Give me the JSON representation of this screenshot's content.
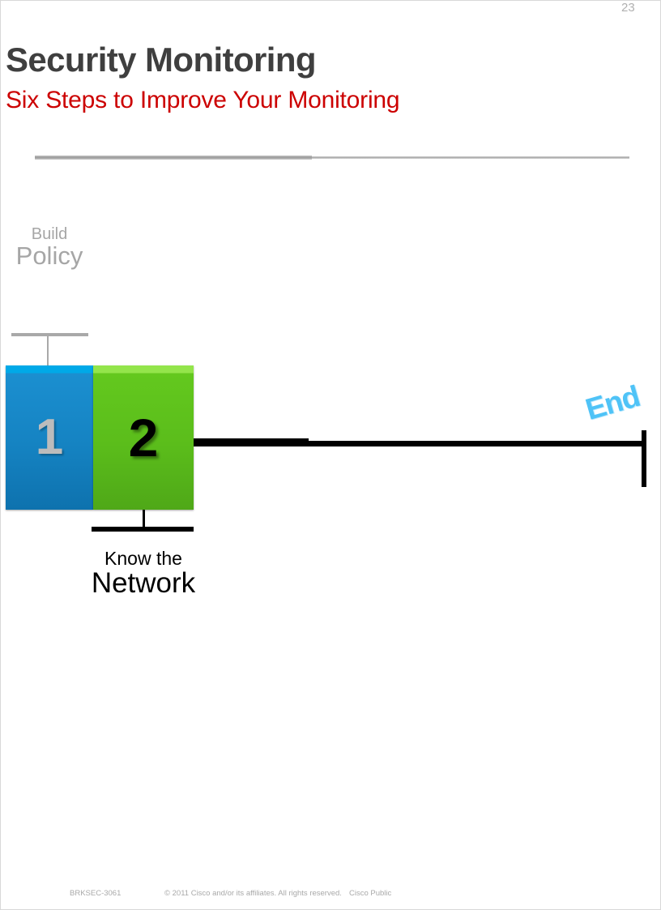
{
  "slide": {
    "title": "Security Monitoring",
    "subtitle": "Six Steps to Improve Your Monitoring",
    "page_number": "23"
  },
  "timeline": {
    "steps": [
      {
        "number": "1",
        "color": "#1583c2",
        "highlight_color": "#00a9e8",
        "number_color": "#bcbcbc",
        "callout_position": "top",
        "callout_small": "Build",
        "callout_large": "Policy",
        "callout_color": "#a6a6a6"
      },
      {
        "number": "2",
        "color": "#5bbd1b",
        "highlight_color": "#93e54b",
        "number_color": "#000000",
        "callout_position": "bottom",
        "callout_small": "Know the",
        "callout_large": "Network",
        "callout_color": "#000000"
      }
    ],
    "end_label": "End",
    "end_label_color": "#4fc3f7",
    "line_color": "#000000"
  },
  "footer": {
    "session_id": "BRKSEC-3061",
    "copyright": "© 2011 Cisco and/or its affiliates. All rights reserved.",
    "confidentiality": "Cisco Public"
  },
  "colors": {
    "title": "#3f3f3f",
    "subtitle": "#cc0000",
    "divider": "#a8a8a8",
    "footer_text": "#a9a9a9"
  }
}
